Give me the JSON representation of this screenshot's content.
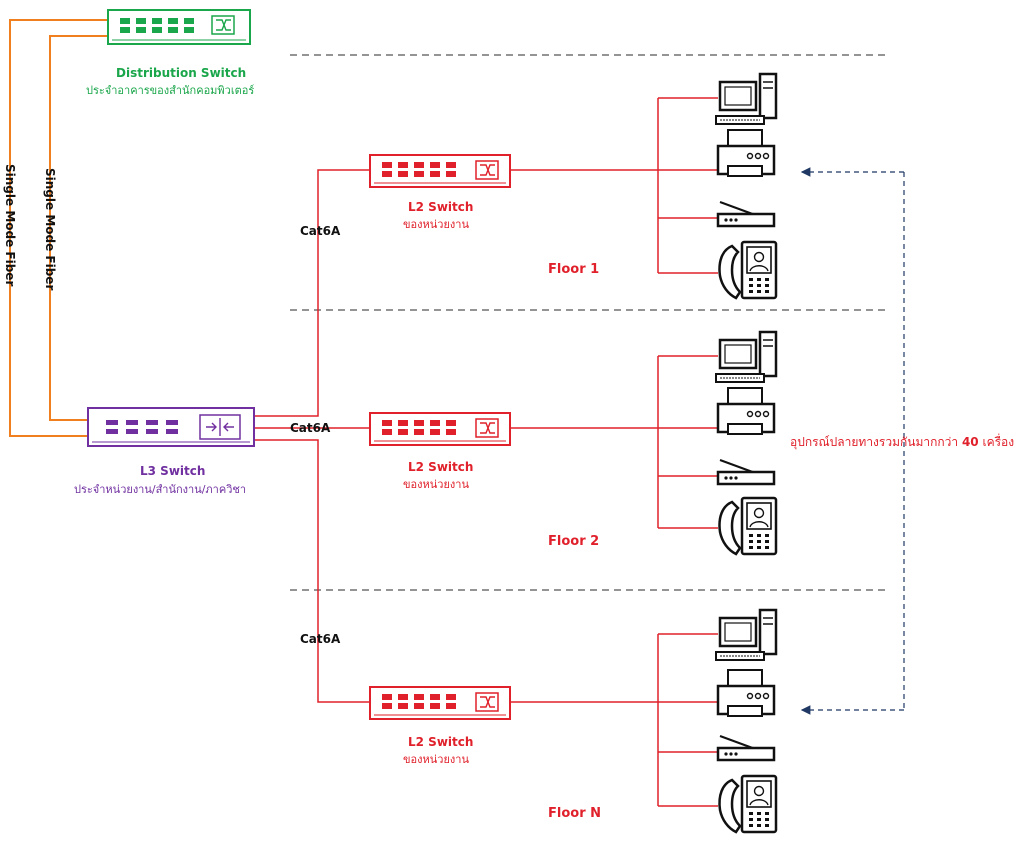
{
  "distribution_switch": {
    "title": "Distribution Switch",
    "subtitle": "ประจำอาคารของสำนักคอมพิวเตอร์",
    "color": "#1aa64a"
  },
  "l3_switch": {
    "title": "L3 Switch",
    "subtitle": "ประจำหน่วยงาน/สำนักงาน/ภาควิชา",
    "color": "#7030a0"
  },
  "fiber_labels": [
    "Single Mode Fiber",
    "Single Mode Fiber"
  ],
  "fiber_color": "#f07f20",
  "copper_color": "#e0202a",
  "floors": [
    {
      "name": "Floor 1",
      "cable": "Cat6A",
      "switch_title": "L2 Switch",
      "switch_subtitle": "ของหน่วยงาน"
    },
    {
      "name": "Floor 2",
      "cable": "Cat6A",
      "switch_title": "L2 Switch",
      "switch_subtitle": "ของหน่วยงาน"
    },
    {
      "name": "Floor N",
      "cable": "Cat6A",
      "switch_title": "L2 Switch",
      "switch_subtitle": "ของหน่วยงาน"
    }
  ],
  "endpoint_icons": [
    "desktop-computer-icon",
    "printer-icon",
    "router-icon",
    "ip-phone-icon"
  ],
  "note": {
    "prefix": "อุปกรณ์ปลายทางรวมกันมากกว่า ",
    "count": "40",
    "suffix": " เครื่อง"
  }
}
